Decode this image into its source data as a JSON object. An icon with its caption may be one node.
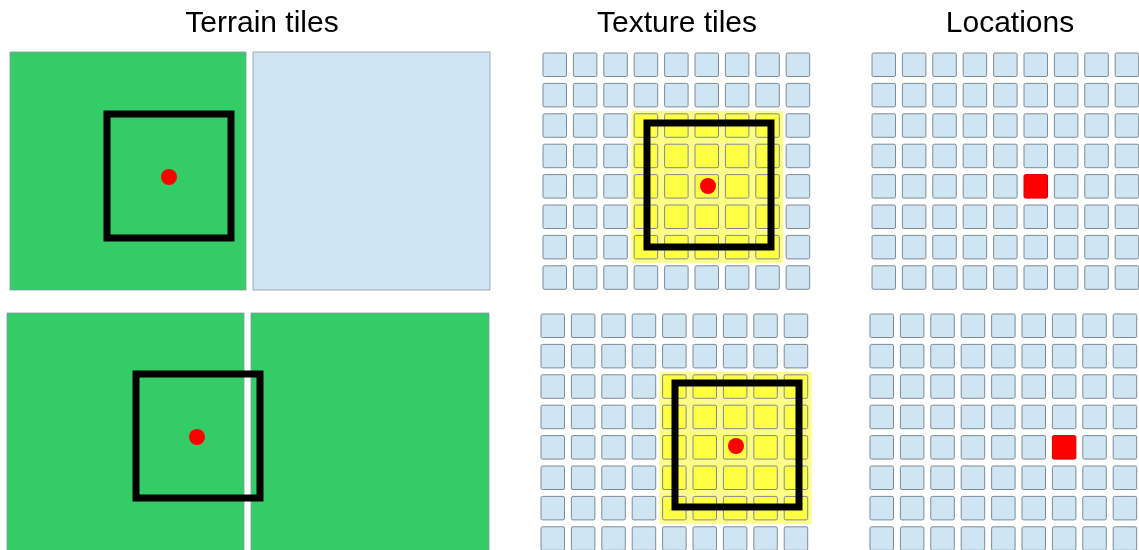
{
  "diagram": {
    "labels": [
      "Terrain tiles",
      "Texture tiles",
      "Locations"
    ]
  }
}
